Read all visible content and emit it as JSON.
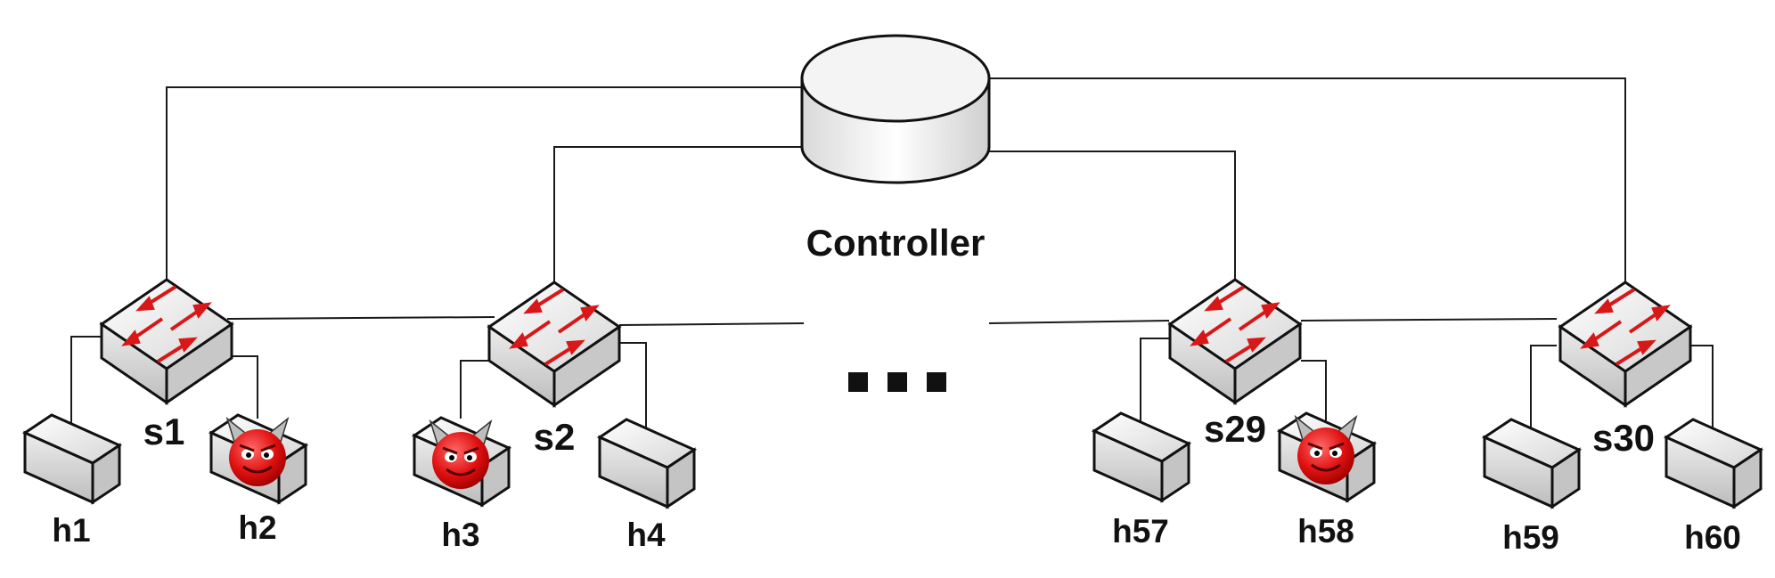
{
  "controller": {
    "label": "Controller"
  },
  "ellipsis": "...",
  "switches": [
    {
      "label": "s1"
    },
    {
      "label": "s2"
    },
    {
      "label": "s29"
    },
    {
      "label": "s30"
    }
  ],
  "hosts": [
    {
      "label": "h1",
      "malicious": false
    },
    {
      "label": "h2",
      "malicious": true
    },
    {
      "label": "h3",
      "malicious": true
    },
    {
      "label": "h4",
      "malicious": false
    },
    {
      "label": "h57",
      "malicious": false
    },
    {
      "label": "h58",
      "malicious": true
    },
    {
      "label": "h59",
      "malicious": false
    },
    {
      "label": "h60",
      "malicious": false
    }
  ],
  "colors": {
    "attacker": "#e01010",
    "arrow": "#d81818",
    "line": "#1a1a1a"
  },
  "icons": {
    "switch": "network-switch-icon",
    "host": "host-box-icon",
    "attacker": "devil-face-icon",
    "controller": "database-cylinder-icon"
  }
}
